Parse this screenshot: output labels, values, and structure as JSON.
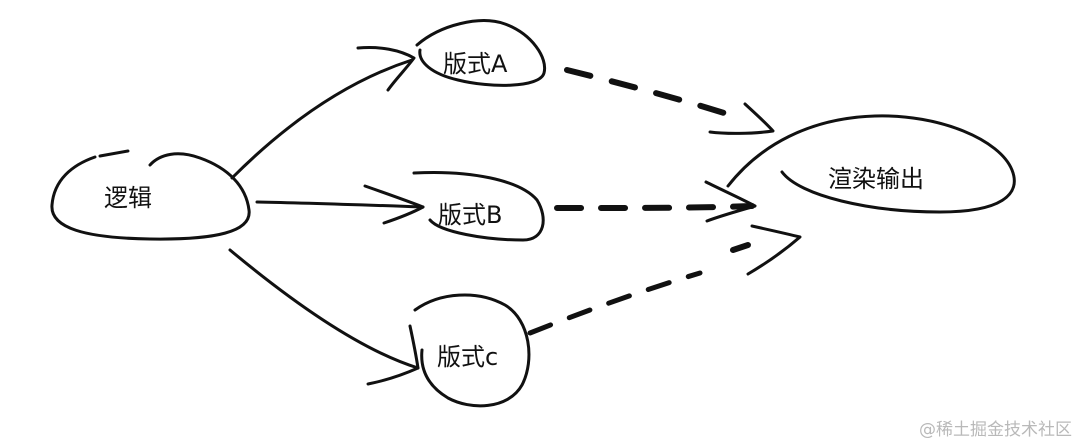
{
  "nodes": {
    "logic": {
      "label": "逻辑"
    },
    "layout_a": {
      "label": "版式A"
    },
    "layout_b": {
      "label": "版式B"
    },
    "layout_c": {
      "label": "版式c"
    },
    "render_output": {
      "label": "渲染输出"
    }
  },
  "watermark": "@稀土掘金技术社区",
  "colors": {
    "ink": "#111111",
    "watermark": "#b9b9b9",
    "background": "#ffffff"
  }
}
